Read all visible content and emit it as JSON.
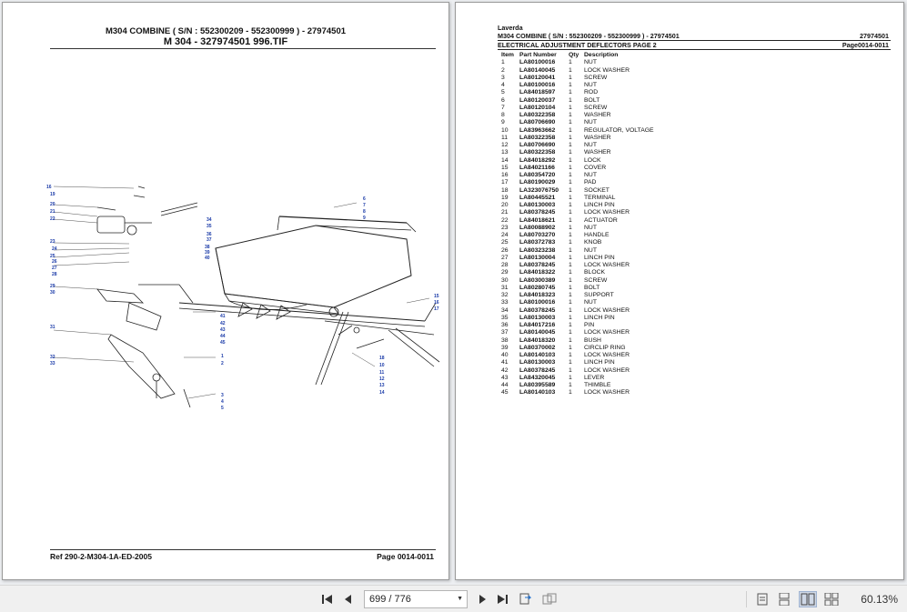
{
  "left_page": {
    "header_line1": "M304   COMBINE     ( S/N :    552300209 - 552300999 ) - 27974501",
    "header_line2": "M 304 - 327974501 996.TIF",
    "footer_ref": "Ref    290-2-M304-1A-ED-2005",
    "footer_page": "Page    0014-0011",
    "callouts": [
      "16",
      "19",
      "20",
      "21",
      "22",
      "23",
      "24",
      "25",
      "26",
      "27",
      "28",
      "29",
      "30",
      "31",
      "32",
      "33",
      "34",
      "35",
      "36",
      "37",
      "38",
      "39",
      "40",
      "41",
      "42",
      "43",
      "44",
      "45",
      "1",
      "2",
      "3",
      "4",
      "5",
      "6",
      "7",
      "8",
      "9",
      "10",
      "11",
      "12",
      "13",
      "14",
      "15",
      "16",
      "17",
      "18"
    ]
  },
  "right_page": {
    "brand": "Laverda",
    "title_line": "M304   COMBINE     ( S/N :    552300209 - 552300999 ) - 27974501",
    "title_code": "27974501",
    "section": "ELECTRICAL ADJUSTMENT DEFLECTORS PAGE 2",
    "page_ref": "Page0014-0011",
    "columns": [
      "Item",
      "Part Number",
      "Qty",
      "Description"
    ],
    "rows": [
      [
        "1",
        "LA80100016",
        "1",
        "NUT"
      ],
      [
        "2",
        "LA80140045",
        "1",
        "LOCK WASHER"
      ],
      [
        "3",
        "LA80120041",
        "1",
        "SCREW"
      ],
      [
        "4",
        "LA80100016",
        "1",
        "NUT"
      ],
      [
        "5",
        "LA84018597",
        "1",
        "ROD"
      ],
      [
        "6",
        "LA80120037",
        "1",
        "BOLT"
      ],
      [
        "7",
        "LA80120104",
        "1",
        "SCREW"
      ],
      [
        "8",
        "LA80322358",
        "1",
        "WASHER"
      ],
      [
        "9",
        "LA80706690",
        "1",
        "NUT"
      ],
      [
        "10",
        "LA83963662",
        "1",
        "REGULATOR, VOLTAGE"
      ],
      [
        "11",
        "LA80322358",
        "1",
        "WASHER"
      ],
      [
        "12",
        "LA80706690",
        "1",
        "NUT"
      ],
      [
        "13",
        "LA80322358",
        "1",
        "WASHER"
      ],
      [
        "14",
        "LA84018292",
        "1",
        "LOCK"
      ],
      [
        "15",
        "LA84021166",
        "1",
        "COVER"
      ],
      [
        "16",
        "LA80354720",
        "1",
        "NUT"
      ],
      [
        "17",
        "LA80190029",
        "1",
        "PAD"
      ],
      [
        "18",
        "LA323076750",
        "1",
        "SOCKET"
      ],
      [
        "19",
        "LA80445521",
        "1",
        "TERMINAL"
      ],
      [
        "20",
        "LA80130003",
        "1",
        "LINCH PIN"
      ],
      [
        "21",
        "LA80378245",
        "1",
        "LOCK WASHER"
      ],
      [
        "22",
        "LA84018621",
        "1",
        "ACTUATOR"
      ],
      [
        "23",
        "LA80088902",
        "1",
        "NUT"
      ],
      [
        "24",
        "LA80703270",
        "1",
        "HANDLE"
      ],
      [
        "25",
        "LA80372783",
        "1",
        "KNOB"
      ],
      [
        "26",
        "LA80323238",
        "1",
        "NUT"
      ],
      [
        "27",
        "LA80130004",
        "1",
        "LINCH PIN"
      ],
      [
        "28",
        "LA80378245",
        "1",
        "LOCK WASHER"
      ],
      [
        "29",
        "LA84018322",
        "1",
        "BLOCK"
      ],
      [
        "30",
        "LA80300389",
        "1",
        "SCREW"
      ],
      [
        "31",
        "LA80280745",
        "1",
        "BOLT"
      ],
      [
        "32",
        "LA84018323",
        "1",
        "SUPPORT"
      ],
      [
        "33",
        "LA80100016",
        "1",
        "NUT"
      ],
      [
        "34",
        "LA80378245",
        "1",
        "LOCK WASHER"
      ],
      [
        "35",
        "LA80130003",
        "1",
        "LINCH PIN"
      ],
      [
        "36",
        "LA84017216",
        "1",
        "PIN"
      ],
      [
        "37",
        "LA80140045",
        "1",
        "LOCK WASHER"
      ],
      [
        "38",
        "LA84018320",
        "1",
        "BUSH"
      ],
      [
        "39",
        "LA80370002",
        "1",
        "CIRCLIP RING"
      ],
      [
        "40",
        "LA80140103",
        "1",
        "LOCK WASHER"
      ],
      [
        "41",
        "LA80130003",
        "1",
        "LINCH PIN"
      ],
      [
        "42",
        "LA80378245",
        "1",
        "LOCK WASHER"
      ],
      [
        "43",
        "LA84320045",
        "1",
        "LEVER"
      ],
      [
        "44",
        "LA80395589",
        "1",
        "THIMBLE"
      ],
      [
        "45",
        "LA80140103",
        "1",
        "LOCK WASHER"
      ]
    ]
  },
  "toolbar": {
    "page_display": "699 / 776",
    "zoom": "60.13%",
    "icons": [
      "first-page-icon",
      "prev-page-icon",
      "next-page-icon",
      "last-page-icon",
      "fit-page-icon",
      "rotate-icon",
      "single-page-icon",
      "continuous-icon",
      "two-page-icon",
      "two-page-continuous-icon"
    ]
  }
}
